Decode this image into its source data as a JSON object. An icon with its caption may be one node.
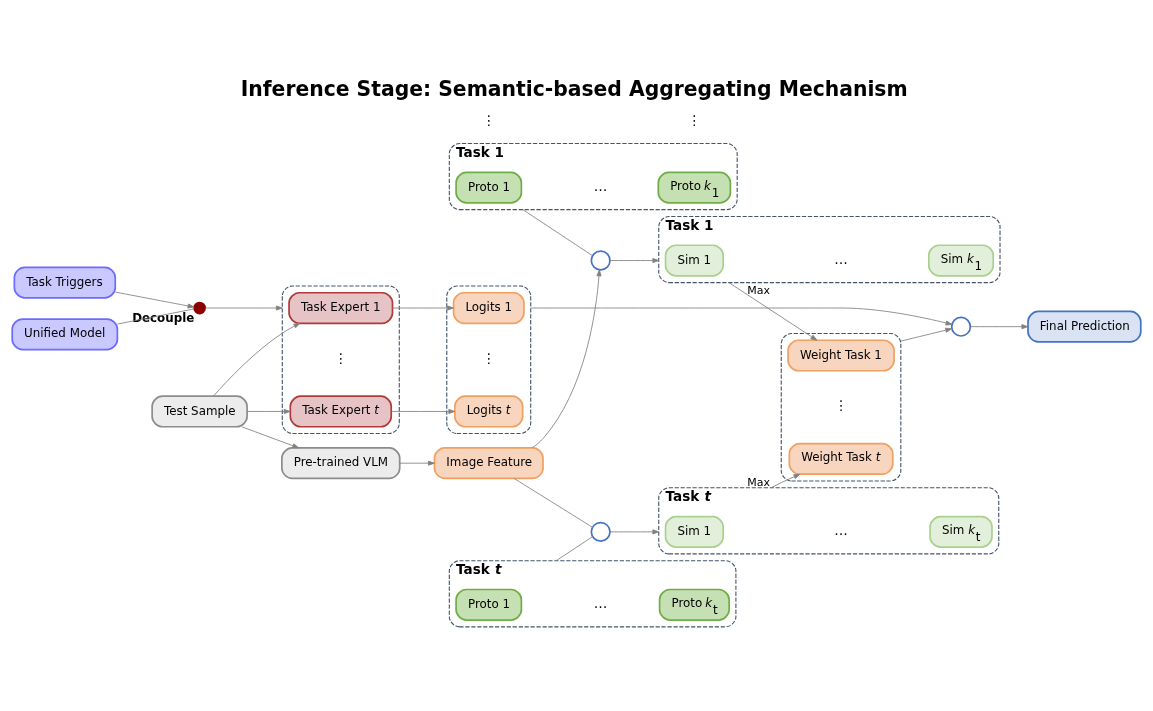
{
  "diagram": {
    "title": "Inference Stage: Semantic-based Aggregating Mechanism",
    "nodes": [
      {
        "text": [
          "Task 1"
        ]
      },
      {
        "text": [
          "Proto 1"
        ],
        "in": 0
      },
      {
        "text": [
          "Proto *k*$_{1}$"
        ],
        "in": 0
      },
      {
        "text": [
          "Task *t*"
        ]
      },
      {
        "text": [
          "Proto 1"
        ],
        "in": 3
      },
      {
        "text": [
          "Proto *k*$_{t}$"
        ],
        "in": 3
      },
      {
        "text": [],
        "shape": "circle"
      },
      {
        "text": [],
        "shape": "circle"
      },
      {
        "text": [
          "Task 1"
        ]
      },
      {
        "text": [
          "Sim 1"
        ],
        "in": 8
      },
      {
        "text": [
          "Sim *k*$_{1}$"
        ],
        "in": 8
      },
      {
        "text": [
          "Task *t*"
        ]
      },
      {
        "text": [
          "Sim 1"
        ],
        "in": 11
      },
      {
        "text": [
          "Sim *k*$_{t}$"
        ],
        "in": 11
      },
      {
        "text": [],
        "shape": "box"
      },
      {
        "text": [
          "Weight Task 1"
        ],
        "in": 14
      },
      {
        "text": [
          "Weight Task *t*"
        ],
        "in": 14
      },
      {
        "text": [
          "Test Sample"
        ]
      },
      {
        "text": [
          "Pre-trained VLM"
        ]
      },
      {
        "text": [
          "Image Feature"
        ]
      },
      {
        "text": [],
        "shape": "circle"
      },
      {
        "text": [
          "Final Prediction"
        ]
      },
      {
        "text": [],
        "shape": "box"
      },
      {
        "text": [
          "Task Expert 1"
        ],
        "in": 22
      },
      {
        "text": [
          "Task Expert *t*"
        ],
        "in": 22
      },
      {
        "text": [],
        "shape": "box"
      },
      {
        "text": [
          "Logits 1"
        ],
        "in": 25
      },
      {
        "text": [
          "Logits *t*"
        ],
        "in": 25
      },
      {
        "text": [
          "Task Triggers"
        ]
      },
      {
        "text": [
          "Unified Model"
        ]
      },
      {
        "text": [],
        "shape": "circle",
        "beside": [
          "Decouple"
        ]
      }
    ],
    "edges": [
      {
        "from": 0,
        "to": 6,
        "arrow": "none"
      },
      {
        "from": 6,
        "to": 8,
        "arrow": "to"
      },
      {
        "from": 3,
        "to": 7,
        "arrow": "none"
      },
      {
        "from": 7,
        "to": 11,
        "arrow": "to"
      },
      {
        "from": 19,
        "to": 7,
        "arrow": "none"
      },
      {
        "from": 19,
        "to": 6,
        "arrow": "to"
      },
      {
        "from": 8,
        "to": 15,
        "arrow": "to",
        "label": "Max"
      },
      {
        "from": 11,
        "to": 16,
        "arrow": "to",
        "label": "Max"
      },
      {
        "from": 14,
        "to": 20,
        "arrow": "to"
      },
      {
        "from": 25,
        "to": 20,
        "arrow": "to"
      },
      {
        "from": 20,
        "to": 21,
        "arrow": "to"
      },
      {
        "from": 17,
        "to": 18,
        "arrow": "to"
      },
      {
        "from": 18,
        "to": 19,
        "arrow": "to"
      },
      {
        "from": 17,
        "to": 23,
        "arrow": "to"
      },
      {
        "from": 17,
        "to": 24,
        "arrow": "to"
      },
      {
        "from": 23,
        "to": 26,
        "arrow": "to"
      },
      {
        "from": 24,
        "to": 27,
        "arrow": "to"
      },
      {
        "from": 28,
        "to": 30,
        "arrow": "to"
      },
      {
        "from": 29,
        "to": 30,
        "arrow": "none"
      },
      {
        "from": 30,
        "to": 22,
        "arrow": "to"
      }
    ],
    "labels": [
      "…",
      "…",
      "⋮",
      "⋮",
      "⋮",
      "…",
      "…",
      "⋮",
      "⋮"
    ]
  }
}
